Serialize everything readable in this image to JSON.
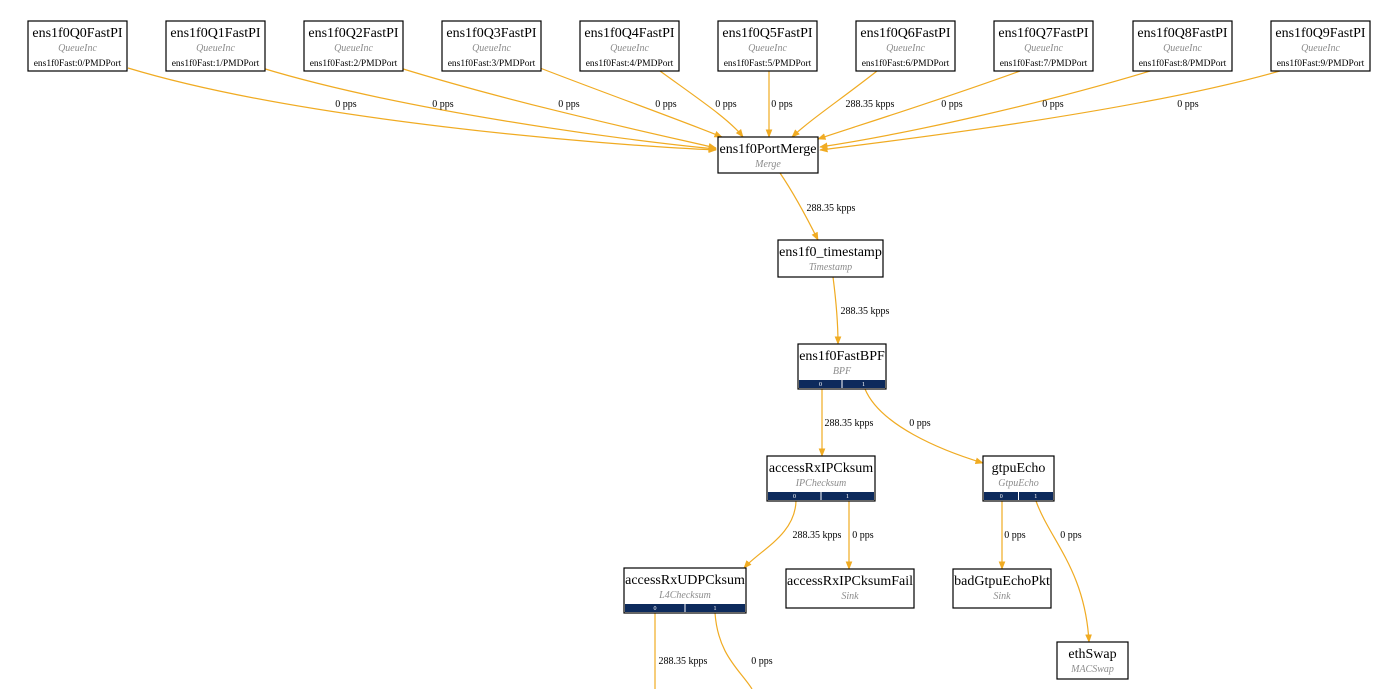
{
  "edge_color": "#f0ab22",
  "port_bar_color": "#0d2a5c",
  "nodes": [
    {
      "id": "q0",
      "title": "ens1f0Q0FastPI",
      "type": "QueueInc",
      "port_label": "ens1f0Fast:0/PMDPort"
    },
    {
      "id": "q1",
      "title": "ens1f0Q1FastPI",
      "type": "QueueInc",
      "port_label": "ens1f0Fast:1/PMDPort"
    },
    {
      "id": "q2",
      "title": "ens1f0Q2FastPI",
      "type": "QueueInc",
      "port_label": "ens1f0Fast:2/PMDPort"
    },
    {
      "id": "q3",
      "title": "ens1f0Q3FastPI",
      "type": "QueueInc",
      "port_label": "ens1f0Fast:3/PMDPort"
    },
    {
      "id": "q4",
      "title": "ens1f0Q4FastPI",
      "type": "QueueInc",
      "port_label": "ens1f0Fast:4/PMDPort"
    },
    {
      "id": "q5",
      "title": "ens1f0Q5FastPI",
      "type": "QueueInc",
      "port_label": "ens1f0Fast:5/PMDPort"
    },
    {
      "id": "q6",
      "title": "ens1f0Q6FastPI",
      "type": "QueueInc",
      "port_label": "ens1f0Fast:6/PMDPort"
    },
    {
      "id": "q7",
      "title": "ens1f0Q7FastPI",
      "type": "QueueInc",
      "port_label": "ens1f0Fast:7/PMDPort"
    },
    {
      "id": "q8",
      "title": "ens1f0Q8FastPI",
      "type": "QueueInc",
      "port_label": "ens1f0Fast:8/PMDPort"
    },
    {
      "id": "q9",
      "title": "ens1f0Q9FastPI",
      "type": "QueueInc",
      "port_label": "ens1f0Fast:9/PMDPort"
    },
    {
      "id": "merge",
      "title": "ens1f0PortMerge",
      "type": "Merge"
    },
    {
      "id": "ts",
      "title": "ens1f0_timestamp",
      "type": "Timestamp"
    },
    {
      "id": "bpf",
      "title": "ens1f0FastBPF",
      "type": "BPF",
      "gates": [
        "0",
        "1"
      ]
    },
    {
      "id": "ipck",
      "title": "accessRxIPCksum",
      "type": "IPChecksum",
      "gates": [
        "0",
        "1"
      ]
    },
    {
      "id": "gtpu",
      "title": "gtpuEcho",
      "type": "GtpuEcho",
      "gates": [
        "0",
        "1"
      ]
    },
    {
      "id": "udpck",
      "title": "accessRxUDPCksum",
      "type": "L4Checksum",
      "gates": [
        "0",
        "1"
      ]
    },
    {
      "id": "ipfail",
      "title": "accessRxIPCksumFail",
      "type": "Sink"
    },
    {
      "id": "badgtpu",
      "title": "badGtpuEchoPkt",
      "type": "Sink"
    },
    {
      "id": "ethswap",
      "title": "ethSwap",
      "type": "MACSwap"
    }
  ],
  "edges": [
    {
      "id": "e_q0",
      "label": "0 pps"
    },
    {
      "id": "e_q1",
      "label": "0 pps"
    },
    {
      "id": "e_q2",
      "label": "0 pps"
    },
    {
      "id": "e_q3",
      "label": "0 pps"
    },
    {
      "id": "e_q4",
      "label": "0 pps"
    },
    {
      "id": "e_q5",
      "label": "0 pps"
    },
    {
      "id": "e_q6",
      "label": "288.35 kpps"
    },
    {
      "id": "e_q7",
      "label": "0 pps"
    },
    {
      "id": "e_q8",
      "label": "0 pps"
    },
    {
      "id": "e_q9",
      "label": "0 pps"
    },
    {
      "id": "e_merge_ts",
      "label": "288.35 kpps"
    },
    {
      "id": "e_ts_bpf",
      "label": "288.35 kpps"
    },
    {
      "id": "e_bpf0_ipck",
      "label": "288.35 kpps"
    },
    {
      "id": "e_bpf1_gtpu",
      "label": "0 pps"
    },
    {
      "id": "e_ipck0_udpck",
      "label": "288.35 kpps"
    },
    {
      "id": "e_ipck1_ipfail",
      "label": "0 pps"
    },
    {
      "id": "e_gtpu0_bad",
      "label": "0 pps"
    },
    {
      "id": "e_gtpu1_ethswap",
      "label": "0 pps"
    },
    {
      "id": "e_udpck0_down",
      "label": "288.35 kpps"
    },
    {
      "id": "e_udpck1_down",
      "label": "0 pps"
    }
  ]
}
